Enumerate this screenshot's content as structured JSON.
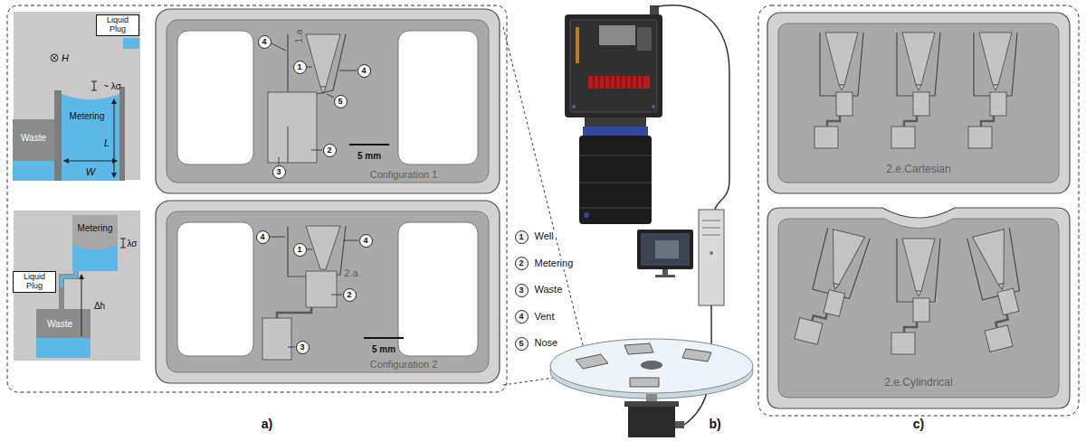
{
  "diagram": {
    "nodes": [
      {
        "text": [
          "Liquid Plug"
        ]
      },
      {
        "text": [
          "Liquid Plug"
        ]
      },
      {
        "text": [
          "1.a",
          "5 mm",
          "Configuration 1"
        ]
      },
      {
        "text": [
          "4"
        ],
        "in": 2
      },
      {
        "text": [
          "1"
        ],
        "in": 2
      },
      {
        "text": [
          "4"
        ],
        "in": 2
      },
      {
        "text": [
          "5"
        ],
        "in": 2
      },
      {
        "text": [
          "2"
        ],
        "in": 2
      },
      {
        "text": [
          "3"
        ],
        "in": 2
      },
      {
        "text": [
          "2.a",
          "5 mm",
          "Configuration 2"
        ]
      },
      {
        "text": [
          "4"
        ],
        "in": 9
      },
      {
        "text": [
          "1"
        ],
        "in": 9
      },
      {
        "text": [
          "4"
        ],
        "in": 9
      },
      {
        "text": [
          "2"
        ],
        "in": 9
      },
      {
        "text": [
          "3"
        ],
        "in": 9
      },
      {
        "text": [
          "1",
          "Well"
        ]
      },
      {
        "text": [
          "2",
          "Metering"
        ]
      },
      {
        "text": [
          "3",
          "Waste"
        ]
      },
      {
        "text": [
          "4",
          "Vent"
        ]
      },
      {
        "text": [
          "5",
          "Nose"
        ]
      },
      {
        "text": [
          "2.e.Cartesian"
        ]
      },
      {
        "text": [
          "2.e.Cylindrical"
        ]
      }
    ],
    "labels": [
      "H",
      "~ λσ",
      "Waste",
      "Metering",
      "L",
      "W",
      "λσ",
      "Metering",
      "Δh",
      "Waste",
      "a)",
      "b)",
      "c)"
    ]
  }
}
